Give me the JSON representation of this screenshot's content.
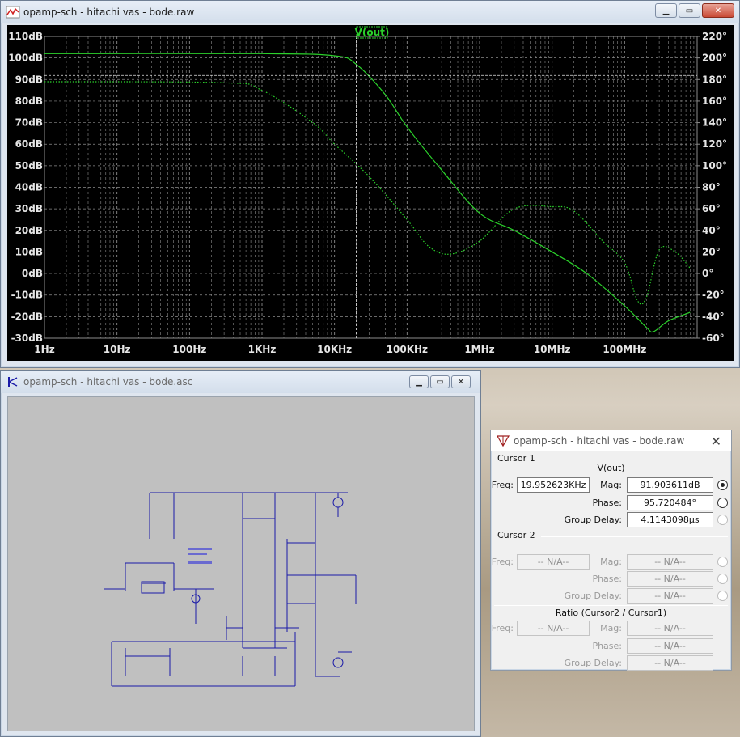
{
  "waveform_window": {
    "title": "opamp-sch - hitachi vas - bode.raw",
    "trace_label": "V(out)",
    "colors": {
      "background": "#000000",
      "grid": "#8c8c8c",
      "trace": "#2bd22b",
      "axis_text": "#e6e6e6"
    }
  },
  "chart_data": {
    "type": "line",
    "title": "V(out)",
    "x_scale": "log",
    "x_unit": "Hz",
    "xlim": [
      1,
      1000000000
    ],
    "x_ticks": [
      "1Hz",
      "10Hz",
      "100Hz",
      "1KHz",
      "10KHz",
      "100KHz",
      "1MHz",
      "10MHz",
      "100MHz"
    ],
    "y_left_ticks": [
      "110dB",
      "100dB",
      "90dB",
      "80dB",
      "70dB",
      "60dB",
      "50dB",
      "40dB",
      "30dB",
      "20dB",
      "10dB",
      "0dB",
      "-10dB",
      "-20dB",
      "-30dB"
    ],
    "y_left_lim": [
      -30,
      110
    ],
    "y_right_ticks": [
      "220°",
      "200°",
      "180°",
      "160°",
      "140°",
      "120°",
      "100°",
      "80°",
      "60°",
      "40°",
      "20°",
      "0°",
      "-20°",
      "-40°",
      "-60°"
    ],
    "y_right_lim": [
      -60,
      220
    ],
    "series": [
      {
        "name": "V(out) magnitude",
        "style": "solid",
        "axis": "left",
        "x": [
          1,
          1000,
          10000,
          20000,
          50000,
          100000,
          300000,
          1000000,
          3000000,
          10000000,
          30000000,
          100000000,
          200000000,
          250000000,
          400000000,
          800000000
        ],
        "y": [
          102,
          102,
          101,
          97,
          83,
          68,
          48,
          28,
          20,
          10,
          0,
          -15,
          -25,
          -27,
          -22,
          -18
        ]
      },
      {
        "name": "V(out) phase",
        "style": "dotted",
        "axis": "right",
        "x": [
          1,
          300,
          1000,
          5000,
          10000,
          30000,
          100000,
          200000,
          400000,
          1000000,
          3000000,
          10000000,
          20000000,
          50000000,
          100000000,
          150000000,
          200000000,
          300000000,
          500000000,
          800000000
        ],
        "y": [
          178,
          177,
          170,
          140,
          120,
          90,
          50,
          25,
          18,
          30,
          60,
          62,
          58,
          30,
          10,
          -25,
          -22,
          22,
          20,
          5
        ]
      }
    ],
    "cursor": {
      "x": 19952.623,
      "y": 91.903611
    }
  },
  "schematic_window": {
    "title": "opamp-sch - hitachi vas - bode.asc",
    "wire_color": "#1a1aa8"
  },
  "cursor_dialog": {
    "title": "opamp-sch - hitachi vas - bode.raw",
    "cursor1": {
      "group": "Cursor 1",
      "trace": "V(out)",
      "freq_label": "Freq:",
      "freq": "19.952623KHz",
      "mag_label": "Mag:",
      "mag": "91.903611dB",
      "phase_label": "Phase:",
      "phase": "95.720484°",
      "gd_label": "Group Delay:",
      "gd": "4.1143098µs"
    },
    "cursor2": {
      "group": "Cursor 2",
      "freq_label": "Freq:",
      "freq": "-- N/A--",
      "mag_label": "Mag:",
      "mag": "-- N/A--",
      "phase_label": "Phase:",
      "phase": "-- N/A--",
      "gd_label": "Group Delay:",
      "gd": "-- N/A--"
    },
    "ratio": {
      "group": "Ratio (Cursor2 / Cursor1)",
      "freq_label": "Freq:",
      "freq": "-- N/A--",
      "mag_label": "Mag:",
      "mag": "-- N/A--",
      "phase_label": "Phase:",
      "phase": "-- N/A--",
      "gd_label": "Group Delay:",
      "gd": "-- N/A--"
    }
  }
}
